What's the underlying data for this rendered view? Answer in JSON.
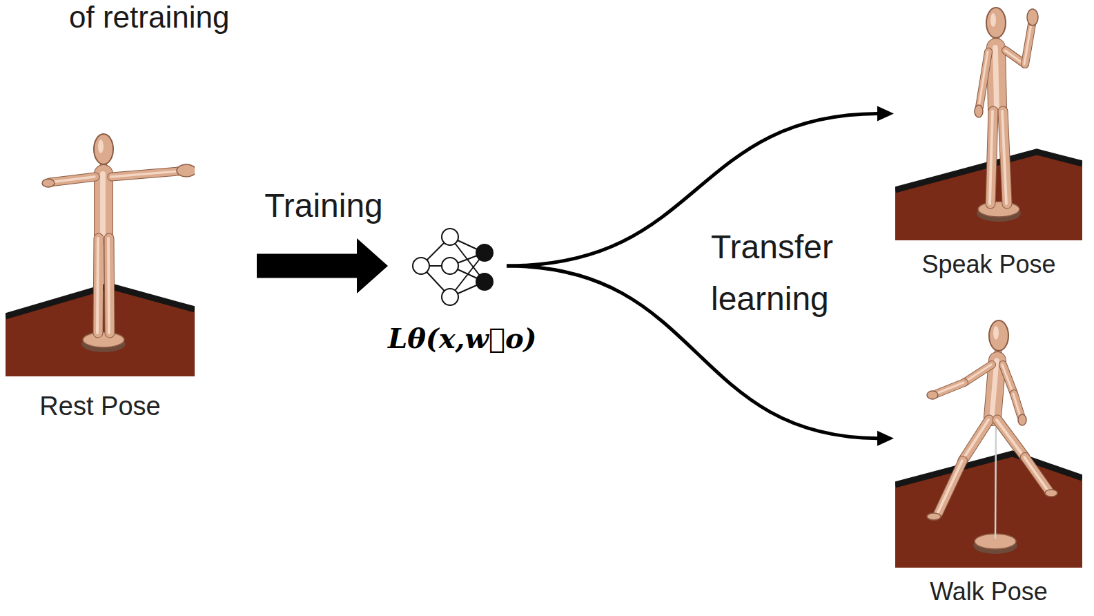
{
  "diagram": {
    "nodes": [
      {
        "text": [
          "Rest Pose"
        ]
      },
      {
        "text": [
          "Lθ(x,w⃗o)"
        ]
      },
      {
        "text": [
          "Speak Pose"
        ]
      },
      {
        "text": [
          "Walk Pose"
        ]
      }
    ],
    "edges": [
      {
        "from": 0,
        "to": 1,
        "label": "Training",
        "arrow": "to"
      },
      {
        "from": 1,
        "to": 2,
        "arrow": "to"
      },
      {
        "from": 1,
        "to": 3,
        "arrow": "to"
      }
    ],
    "labels": [
      "of retraining",
      "Transfer learning"
    ]
  }
}
